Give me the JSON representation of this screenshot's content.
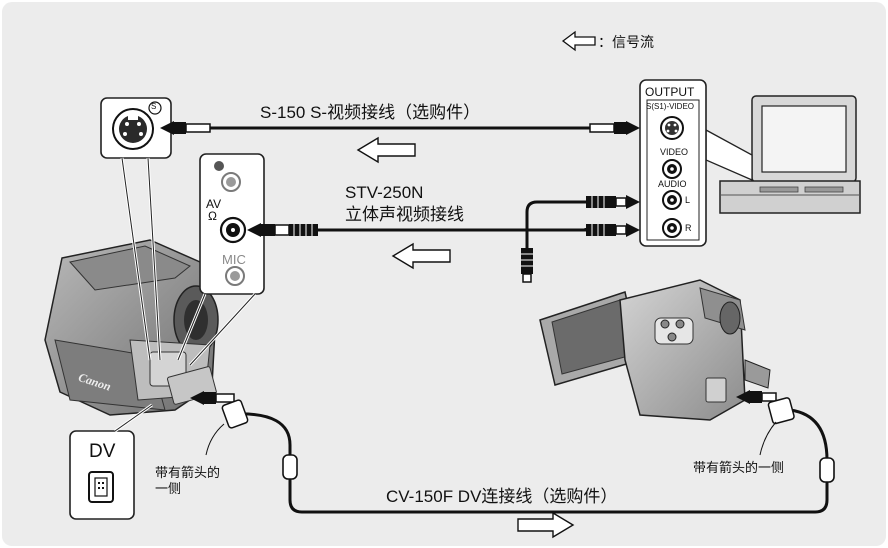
{
  "legend": {
    "icon": "arrow-left-outline-icon",
    "text": "：信号流"
  },
  "output_panel": {
    "title": "OUTPUT",
    "s_video": "S(S1)-VIDEO",
    "video": "VIDEO",
    "audio": "AUDIO",
    "left": "L",
    "right": "R"
  },
  "cables": {
    "s150": "S-150 S-视频接线（选购件）",
    "stv_model": "STV-250N",
    "stv_desc": "立体声视频接线",
    "cv150f": "CV-150F DV连接线（选购件）"
  },
  "camera_ports": {
    "s_mark": "S",
    "av": "AV",
    "headphone": "Ω",
    "mic": "MIC",
    "dv": "DV"
  },
  "notes": {
    "arrow_side_left_1": "带有箭头的",
    "arrow_side_left_2": "一侧",
    "arrow_side_right": "带有箭头的一侧"
  },
  "brand": "Canon",
  "colors": {
    "background": "#ececec",
    "panel": "#ffffff",
    "cable": "#111111",
    "device": "#9a9a9a"
  }
}
